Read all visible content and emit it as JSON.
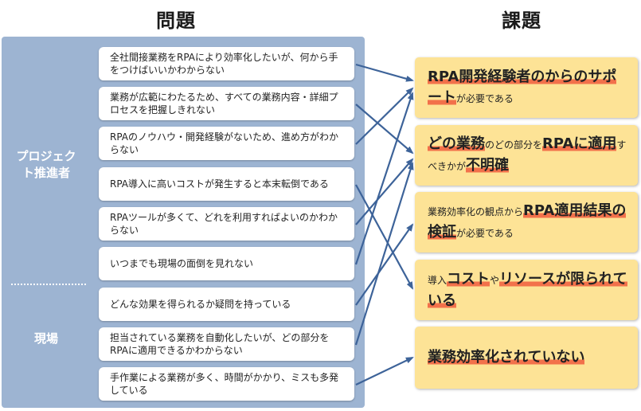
{
  "headings": {
    "problems": "問題",
    "tasks": "課題"
  },
  "groups": {
    "project": "プロジェクト推進者",
    "field": "現場"
  },
  "problems": [
    "全社間接業務をRPAにより効率化したいが、何から手をつけばいいかわからない",
    "業務が広範にわたるため、すべての業務内容・詳細プロセスを把握しきれない",
    "RPAのノウハウ・開発経験がないため、進め方がわからない",
    "RPA導入に高いコストが発生すると本末転倒である",
    "RPAツールが多くて、どれを利用すればよいのかわからない",
    "いつまでも現場の面倒を見れない",
    "どんな効果を得られるか疑問を持っている",
    "担当されている業務を自動化したいが、どの部分をRPAに適用できるかわからない",
    "手作業による業務が多く、時間がかかり、ミスも多発している"
  ],
  "tasks": [
    {
      "b1": "RPA開発経験者のからのサポート",
      "n1": "が必要である"
    },
    {
      "b1": "どの業務",
      "n1": "のどの部分を",
      "b2": "RPAに適用",
      "n2": "すべきかが",
      "b3": "不明確"
    },
    {
      "n1": "業務効率化の観点から",
      "b1": "RPA適用結果の検証",
      "n2": "が必要である"
    },
    {
      "n1": "導入",
      "b1": "コスト",
      "n2": "や",
      "b2": "リソースが限られている"
    },
    {
      "b1": "業務効率化されていない"
    }
  ],
  "colors": {
    "panel": "#9db4d2",
    "task_box": "#fde396",
    "highlight": "#f2714b",
    "arrow": "#3d6399"
  }
}
